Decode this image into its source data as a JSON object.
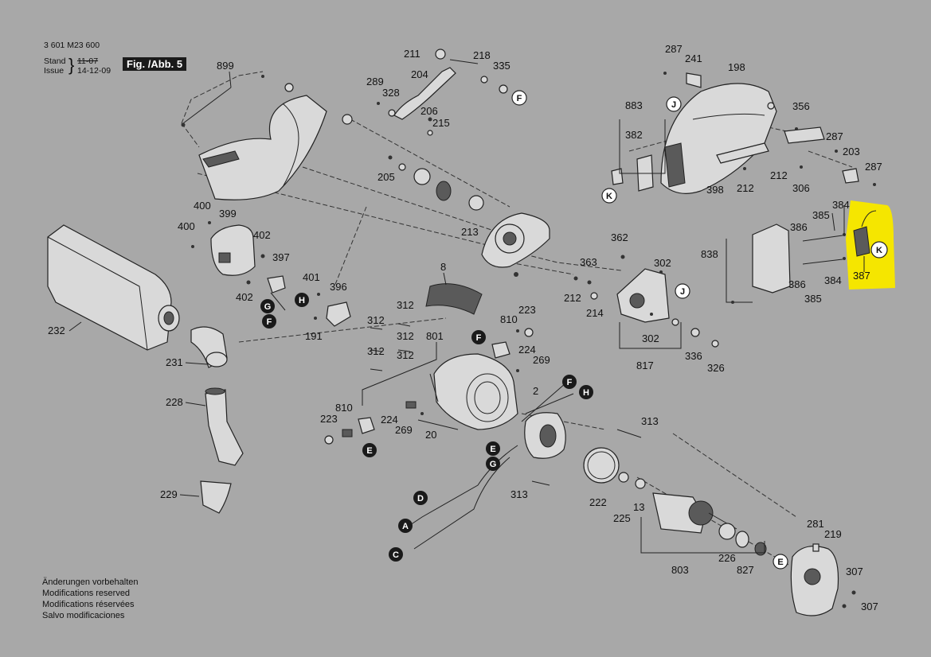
{
  "header": {
    "doc_number": "3 601 M23 600",
    "stand_label": "Stand",
    "issue_label": "Issue",
    "stand_date": "11-07",
    "issue_date": "14-12-09",
    "figure_label": "Fig. /Abb. 5"
  },
  "notes": [
    "Änderungen vorbehalten",
    "Modifications reserved",
    "Modifications réservées",
    "Salvo modificaciones"
  ],
  "highlight": {
    "color": "#f5e600",
    "part": "387",
    "ref": "K"
  },
  "part_labels": [
    "899",
    "211",
    "218",
    "335",
    "204",
    "289",
    "328",
    "206",
    "215",
    "205",
    "213",
    "400",
    "399",
    "402",
    "397",
    "401",
    "396",
    "402",
    "191",
    "232",
    "231",
    "228",
    "229",
    "8",
    "312",
    "312",
    "312",
    "312",
    "312",
    "801",
    "810",
    "223",
    "224",
    "269",
    "810",
    "223",
    "224",
    "269",
    "20",
    "2",
    "313",
    "313",
    "222",
    "225",
    "13",
    "803",
    "226",
    "827",
    "281",
    "219",
    "307",
    "307",
    "287",
    "241",
    "198",
    "883",
    "382",
    "356",
    "287",
    "203",
    "287",
    "212",
    "306",
    "212",
    "398",
    "384",
    "385",
    "386",
    "838",
    "386",
    "384",
    "385",
    "387",
    "362",
    "363",
    "302",
    "212",
    "214",
    "302",
    "817",
    "336",
    "326"
  ],
  "ref_letters": [
    "F",
    "J",
    "K",
    "G",
    "H",
    "F",
    "F",
    "E",
    "E",
    "G",
    "H",
    "F",
    "E",
    "D",
    "A",
    "C",
    "K",
    "J"
  ]
}
